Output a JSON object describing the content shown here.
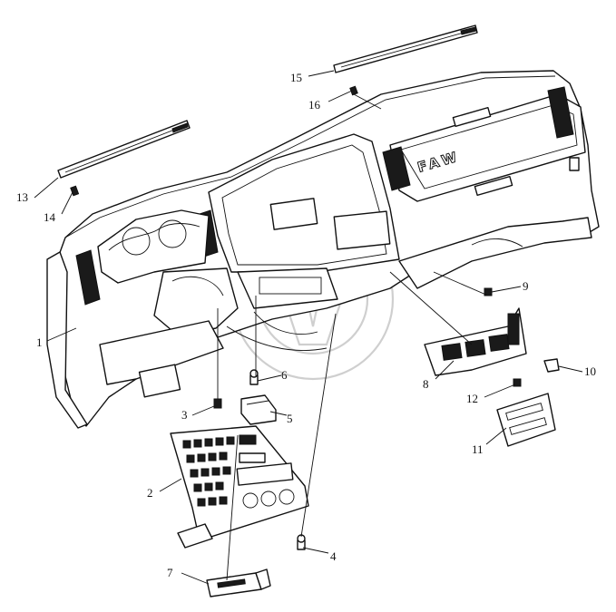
{
  "diagram": {
    "brand_text": "FAW",
    "callouts": [
      {
        "id": "c1",
        "label": "1"
      },
      {
        "id": "c2",
        "label": "2"
      },
      {
        "id": "c3",
        "label": "3"
      },
      {
        "id": "c4",
        "label": "4"
      },
      {
        "id": "c5",
        "label": "5"
      },
      {
        "id": "c6",
        "label": "6"
      },
      {
        "id": "c7",
        "label": "7"
      },
      {
        "id": "c8",
        "label": "8"
      },
      {
        "id": "c9",
        "label": "9"
      },
      {
        "id": "c10",
        "label": "10"
      },
      {
        "id": "c11",
        "label": "11"
      },
      {
        "id": "c12",
        "label": "12"
      },
      {
        "id": "c13",
        "label": "13"
      },
      {
        "id": "c14",
        "label": "14"
      },
      {
        "id": "c15",
        "label": "15"
      },
      {
        "id": "c16",
        "label": "16"
      }
    ]
  }
}
